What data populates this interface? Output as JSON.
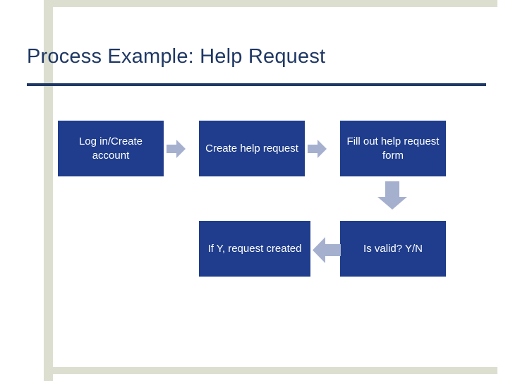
{
  "slide": {
    "title": "Process Example: Help Request",
    "colors": {
      "title_text": "#1f3864",
      "box_fill": "#1f3d8c",
      "box_text": "#ffffff",
      "arrow_fill": "#a5b0cf",
      "band": "#dcdfd0",
      "rule": "#1f3864"
    }
  },
  "diagram": {
    "type": "flowchart",
    "boxes": [
      {
        "id": "box1",
        "label": "Log in/Create account"
      },
      {
        "id": "box2",
        "label": "Create help request"
      },
      {
        "id": "box3",
        "label": "Fill out help request form"
      },
      {
        "id": "box4",
        "label": "If Y, request created"
      },
      {
        "id": "box5",
        "label": "Is valid? Y/N"
      }
    ],
    "arrows": [
      {
        "id": "arrow1",
        "direction": "right",
        "from": "box1",
        "to": "box2"
      },
      {
        "id": "arrow2",
        "direction": "right",
        "from": "box2",
        "to": "box3"
      },
      {
        "id": "arrow3",
        "direction": "down",
        "from": "box3",
        "to": "box5"
      },
      {
        "id": "arrow4",
        "direction": "left",
        "from": "box5",
        "to": "box4"
      }
    ]
  }
}
